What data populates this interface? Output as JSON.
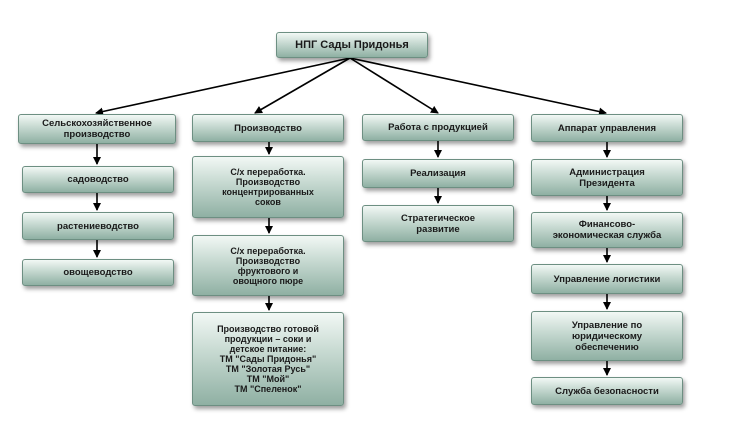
{
  "root": "НПГ Сады Придонья",
  "col1": {
    "head": "Сельскохозяйственное\nпроизводство",
    "items": [
      "садоводство",
      "растениеводство",
      "овощеводство"
    ]
  },
  "col2": {
    "head": "Производство",
    "items": [
      "С/х переработка.\nПроизводство\nконцентрированных\nсоков",
      "С/х переработка.\nПроизводство\nфруктового и\nовощного пюре",
      "Производство готовой\nпродукции – соки и\nдетское питание:\nТМ \"Сады Придонья\"\nТМ \"Золотая Русь\"\nТМ \"Мой\"\nТМ \"Спеленок\""
    ]
  },
  "col3": {
    "head": "Работа с продукцией",
    "items": [
      "Реализация",
      "Стратегическое\nразвитие"
    ]
  },
  "col4": {
    "head": "Аппарат управления",
    "items": [
      "Администрация\nПрезидента",
      "Финансово-\nэкономическая служба",
      "Управление логистики",
      "Управление по\nюридическому\nобеспечению",
      "Служба безопасности"
    ]
  }
}
